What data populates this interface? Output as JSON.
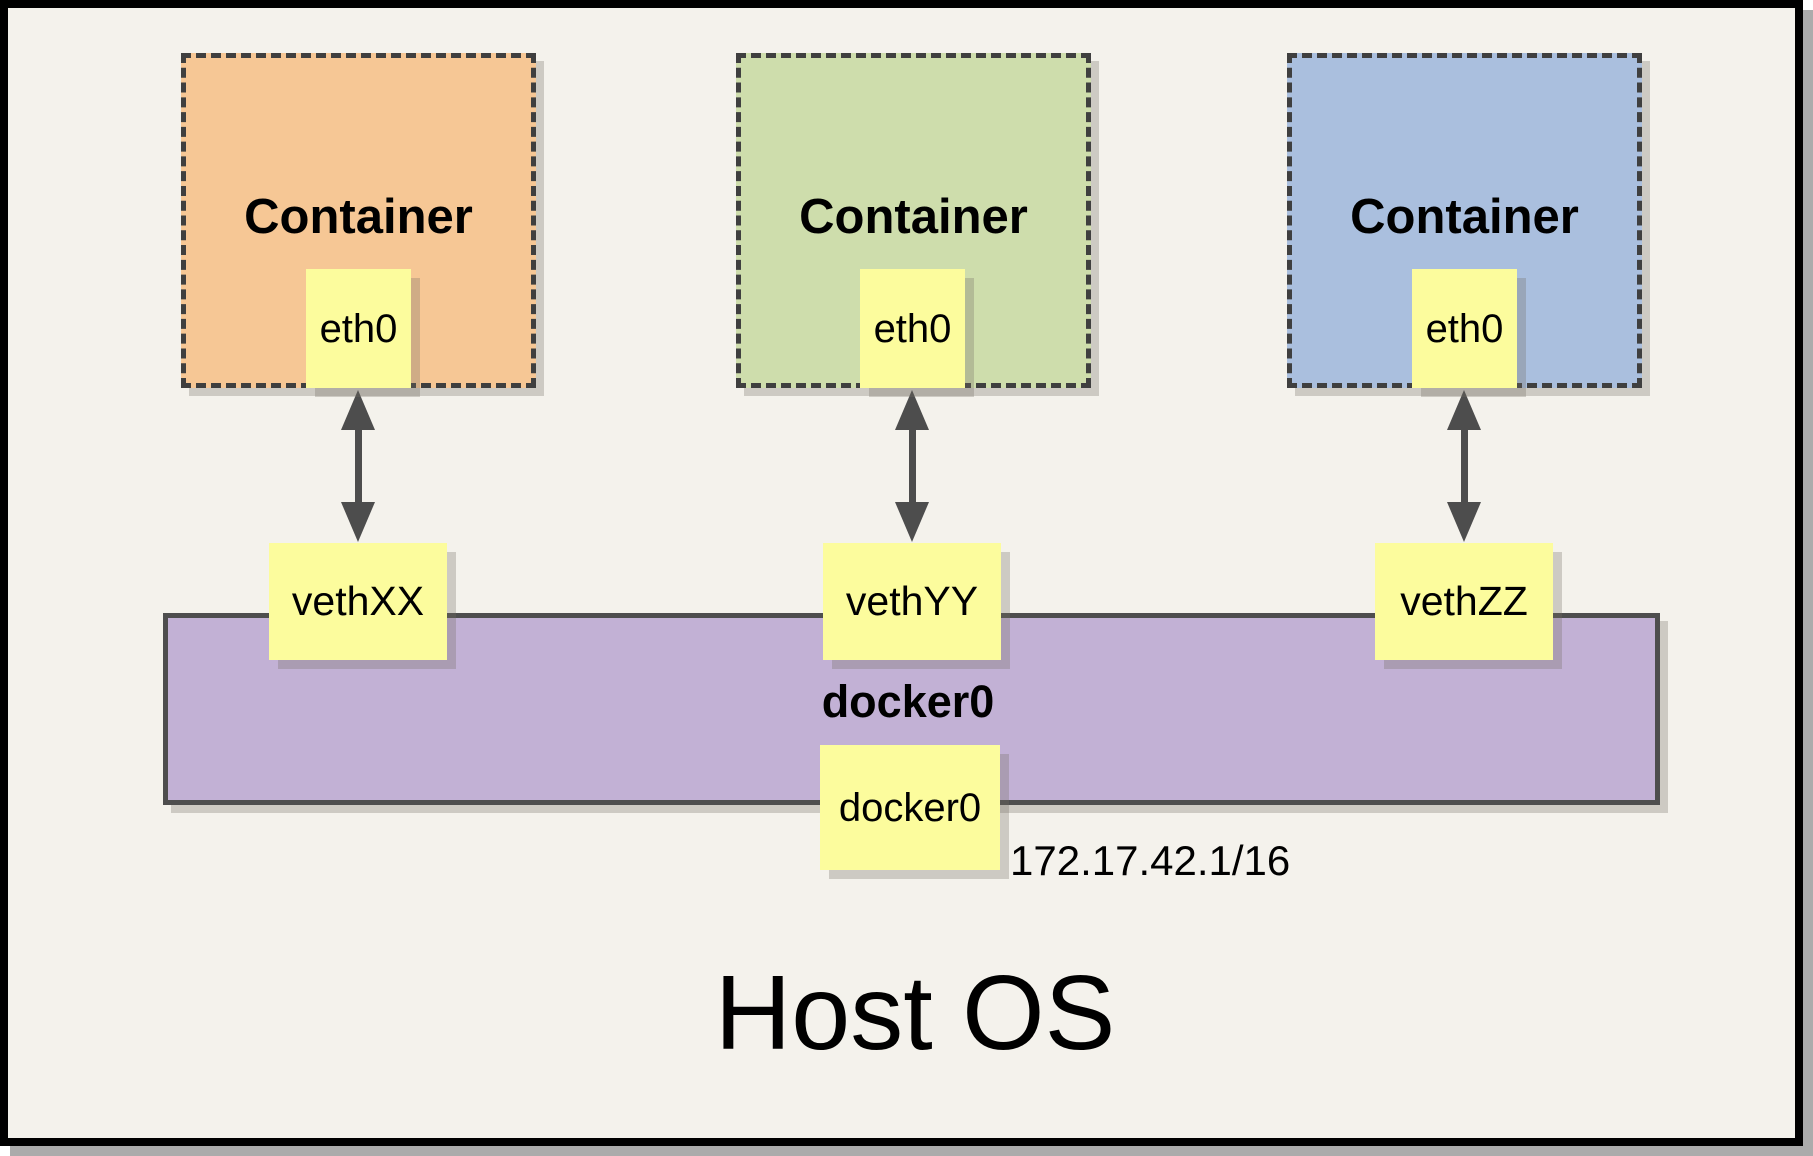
{
  "host": {
    "label": "Host OS"
  },
  "containers": [
    {
      "label": "Container",
      "interface": "eth0",
      "veth": "vethXX",
      "fill": "#F6C795"
    },
    {
      "label": "Container",
      "interface": "eth0",
      "veth": "vethYY",
      "fill": "#CEDDAC"
    },
    {
      "label": "Container",
      "interface": "eth0",
      "veth": "vethZZ",
      "fill": "#AABFDE"
    }
  ],
  "bridge": {
    "name": "docker0",
    "interface": "docker0",
    "ip": "172.17.42.1/16",
    "fill": "#C2B1D5"
  },
  "colors": {
    "background": "#F4F2EC",
    "chip_fill": "#FCFC9D",
    "dashed_border": "#3F3F3F",
    "bridge_border": "#4E4E4E",
    "arrow": "#4D4D4D",
    "frame_border": "#000000",
    "frame_shadow": "#ABABAB"
  }
}
